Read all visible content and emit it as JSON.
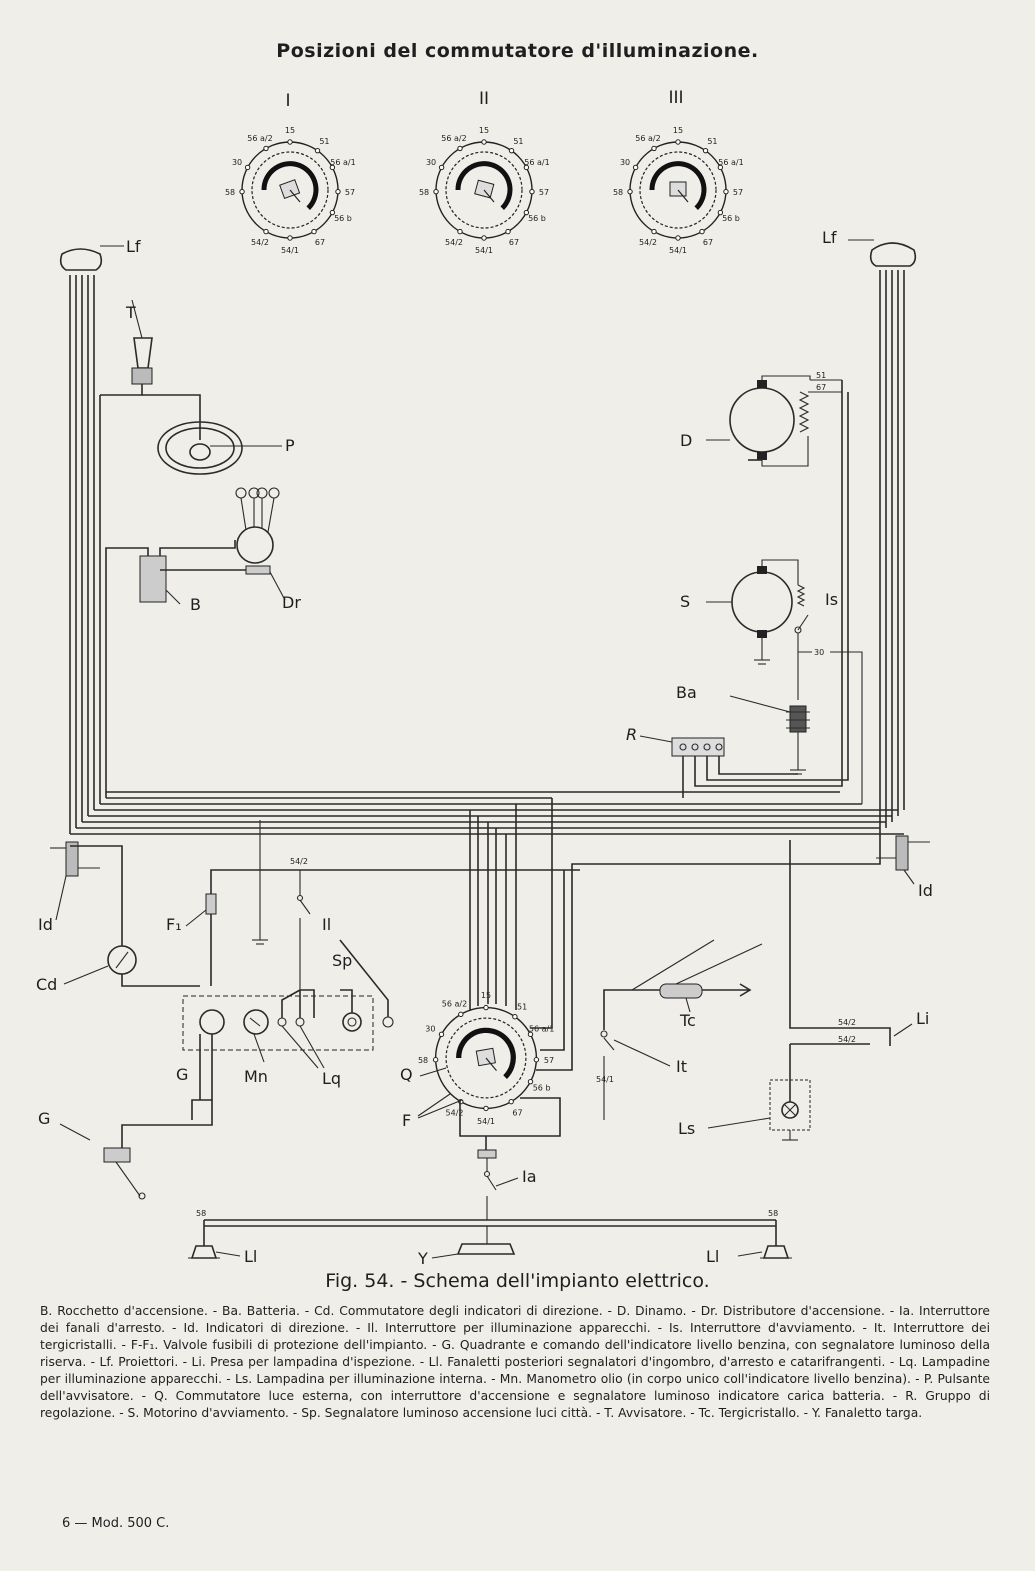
{
  "title": "Posizioni del commutatore d'illuminazione.",
  "positions": [
    "I",
    "II",
    "III"
  ],
  "switch_terminals": [
    "57",
    "54/2",
    "56 b",
    "56 a/2",
    "67",
    "56 a/1",
    "15",
    "51",
    "30",
    "58",
    "54/1"
  ],
  "labels": {
    "Lf_left": "Lf",
    "Lf_right": "Lf",
    "T": "T",
    "P": "P",
    "B": "B",
    "Dr": "Dr",
    "D": "D",
    "S": "S",
    "Is": "Is",
    "Ba": "Ba",
    "R": "R",
    "Id_left": "Id",
    "Id_right": "Id",
    "F1": "F₁",
    "Il": "Il",
    "Cd": "Cd",
    "Sp": "Sp",
    "G_gauge": "G",
    "Mn": "Mn",
    "Lq": "Lq",
    "G_tank": "G",
    "Q": "Q",
    "F": "F",
    "Tc": "Tc",
    "It": "It",
    "Li": "Li",
    "Ls": "Ls",
    "Ia": "Ia",
    "Ll_left": "Ll",
    "Ll_right": "Ll",
    "Y": "Y",
    "t_54_2_top": "54/2",
    "t_54_1_it": "54/1",
    "t_li1": "54/2",
    "t_li2": "54/2",
    "t_30": "30",
    "t_51": "51",
    "t_67": "67",
    "t_58l": "58",
    "t_58r": "58"
  },
  "caption": "Fig. 54. - Schema dell'impianto elettrico.",
  "legend": "B. Rocchetto d'accensione. - Ba. Batteria. - Cd. Commutatore degli indicatori di direzione. - D. Dinamo. - Dr. Distributore d'accensione. - Ia. Interruttore dei fanali d'arresto. - Id. Indicatori di direzione. - Il. Interruttore per illuminazione apparecchi. - Is. Interruttore d'avviamento. - It. Interruttore dei tergicristalli. - F-F₁. Valvole fusibili di protezione dell'impianto. - G. Quadrante e comando dell'indicatore livello benzina, con segnalatore luminoso della riserva. - Lf. Proiettori. - Li. Presa per lampadina d'ispezione. - Ll. Fanaletti posteriori segnalatori d'ingombro, d'arresto e catarifrangenti. - Lq. Lampadine per illuminazione apparecchi. - Ls. Lampadina per illuminazione interna. - Mn. Manometro olio (in corpo unico coll'indicatore livello benzina). - P. Pulsante dell'avvisatore. - Q. Commutatore luce esterna, con interruttore d'accensione e segnalatore luminoso indicatore carica batteria. - R. Gruppo di regolazione. - S. Motorino d'avviamento. - Sp. Segnalatore luminoso accensione luci città. - T. Avvisatore. - Tc. Tergicristallo. - Y. Fanaletto targa.",
  "footer": "6 — Mod. 500 C."
}
